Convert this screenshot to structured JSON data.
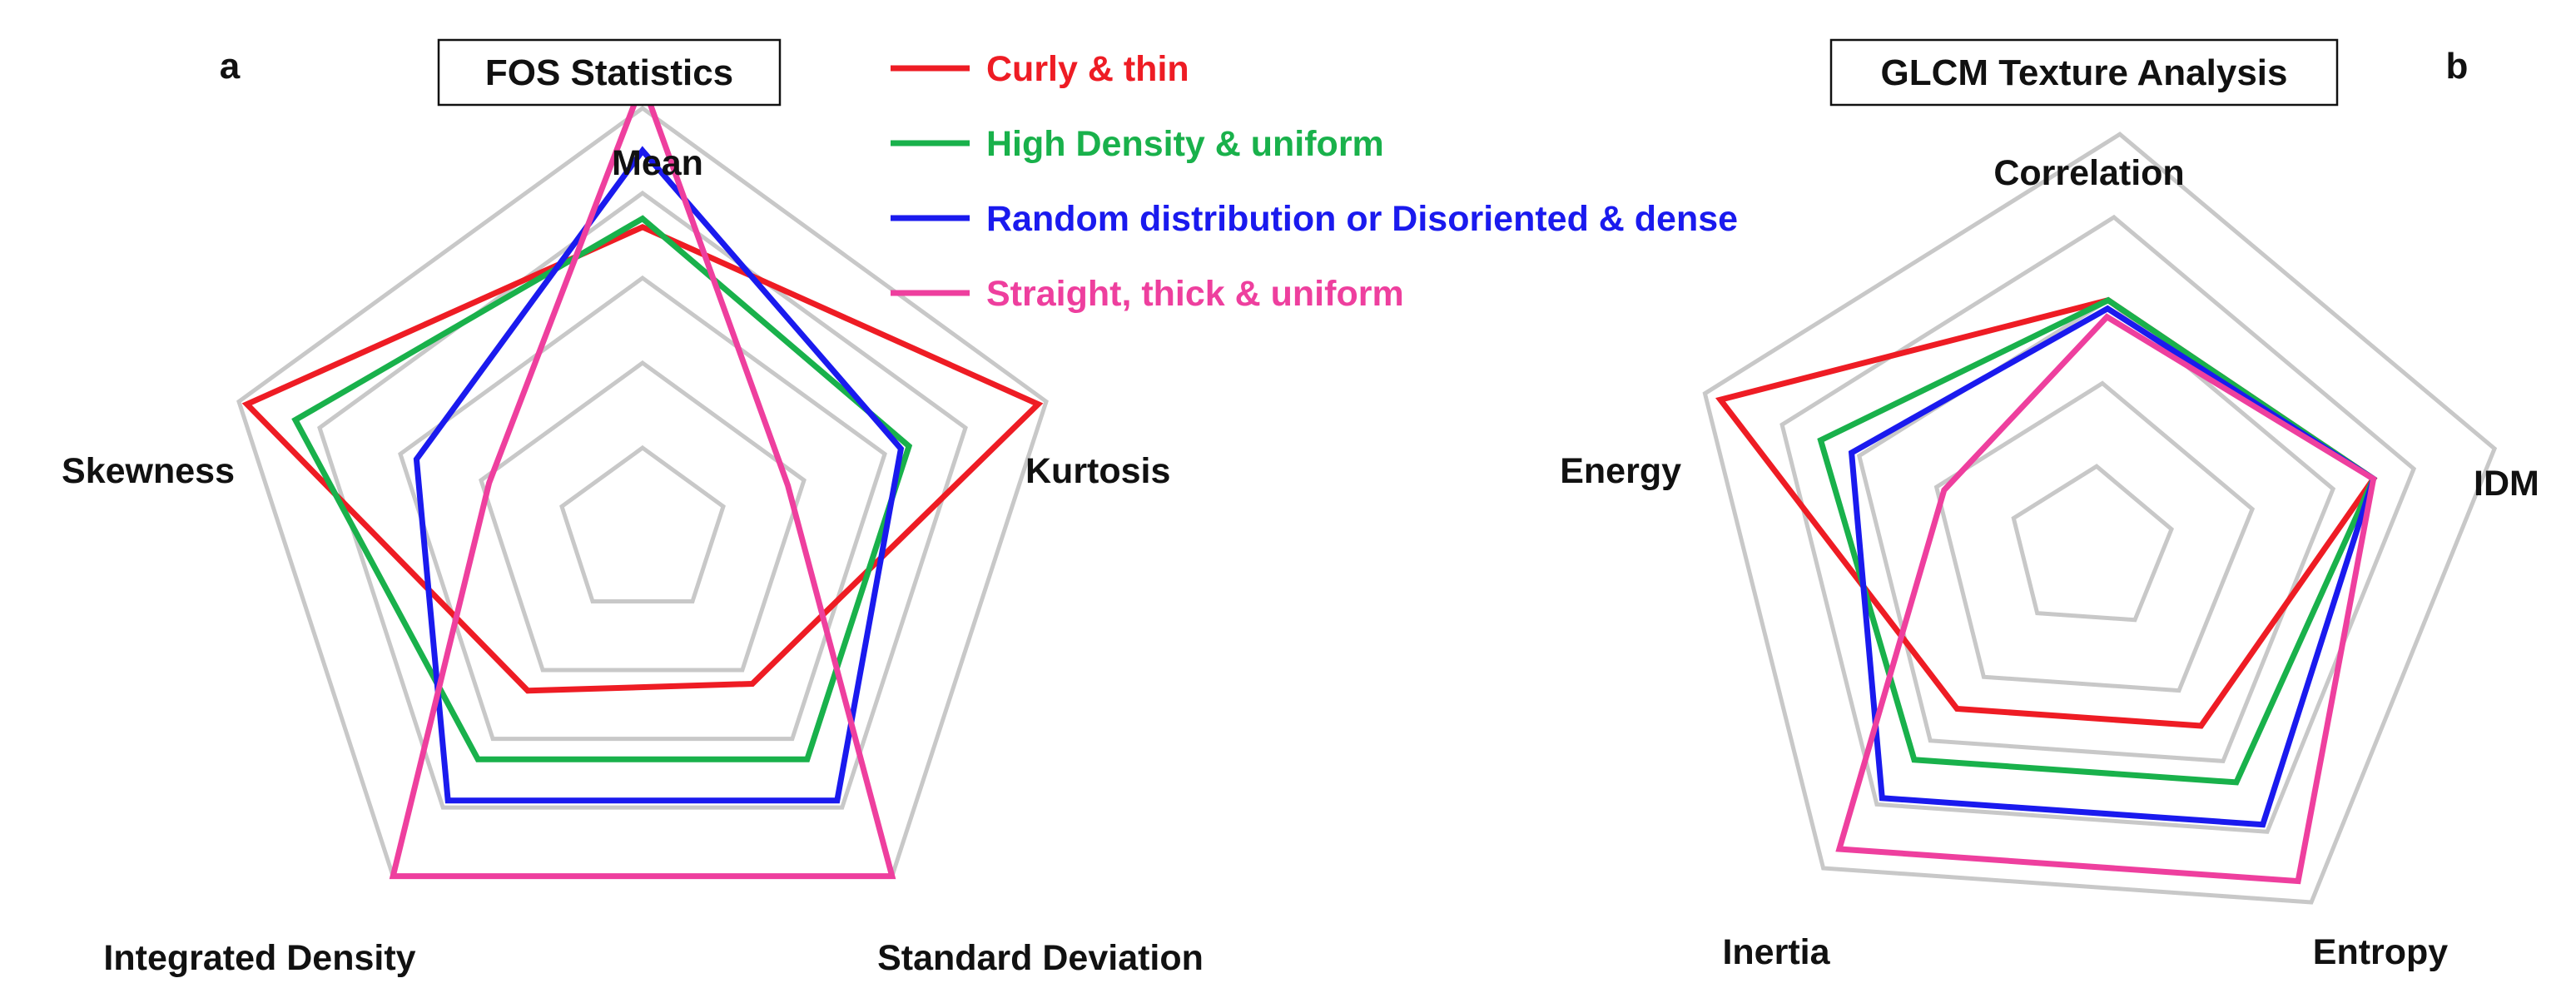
{
  "legend": {
    "entries": [
      {
        "label": "Curly & thin",
        "color": "#ee1c24"
      },
      {
        "label": "High Density & uniform",
        "color": "#19b14b"
      },
      {
        "label": "Random distribution or Disoriented & dense",
        "color": "#1a1aee"
      },
      {
        "label": "Straight, thick & uniform",
        "color": "#ee3f9e"
      }
    ]
  },
  "chart_data": [
    {
      "type": "radar",
      "panel_letter": "a",
      "title": "FOS Statistics",
      "axes": [
        "Mean",
        "Kurtosis",
        "Standard Deviation",
        "Integrated Density",
        "Skewness"
      ],
      "rings": 5,
      "range": [
        0,
        5
      ],
      "grid": true,
      "series": [
        {
          "name": "Curly & thin",
          "color": "#ee1c24",
          "values": [
            3.6,
            4.9,
            2.2,
            2.3,
            4.9
          ]
        },
        {
          "name": "High Density & uniform",
          "color": "#19b14b",
          "values": [
            3.7,
            3.3,
            3.3,
            3.3,
            4.3
          ]
        },
        {
          "name": "Random distribution or Disoriented & dense",
          "color": "#1a1aee",
          "values": [
            4.5,
            3.2,
            3.9,
            3.9,
            2.8
          ]
        },
        {
          "name": "Straight, thick & uniform",
          "color": "#ee3f9e",
          "values": [
            5.3,
            1.8,
            5.0,
            5.0,
            1.9
          ]
        }
      ]
    },
    {
      "type": "radar",
      "panel_letter": "b",
      "title": "GLCM Texture Analysis",
      "axes": [
        "Correlation",
        "IDM",
        "Entropy",
        "Inertia",
        "Energy"
      ],
      "rings": 5,
      "range": [
        0,
        5
      ],
      "grid": true,
      "series": [
        {
          "name": "Curly & thin",
          "color": "#ee1c24",
          "values": [
            3.0,
            3.5,
            2.5,
            2.5,
            4.8
          ]
        },
        {
          "name": "High Density & uniform",
          "color": "#19b14b",
          "values": [
            3.0,
            3.5,
            3.3,
            3.3,
            3.5
          ]
        },
        {
          "name": "Random distribution or Disoriented & dense",
          "color": "#1a1aee",
          "values": [
            2.9,
            3.5,
            3.9,
            3.9,
            3.1
          ]
        },
        {
          "name": "Straight, thick & uniform",
          "color": "#ee3f9e",
          "values": [
            2.8,
            3.5,
            4.7,
            4.7,
            1.9
          ]
        }
      ]
    }
  ]
}
